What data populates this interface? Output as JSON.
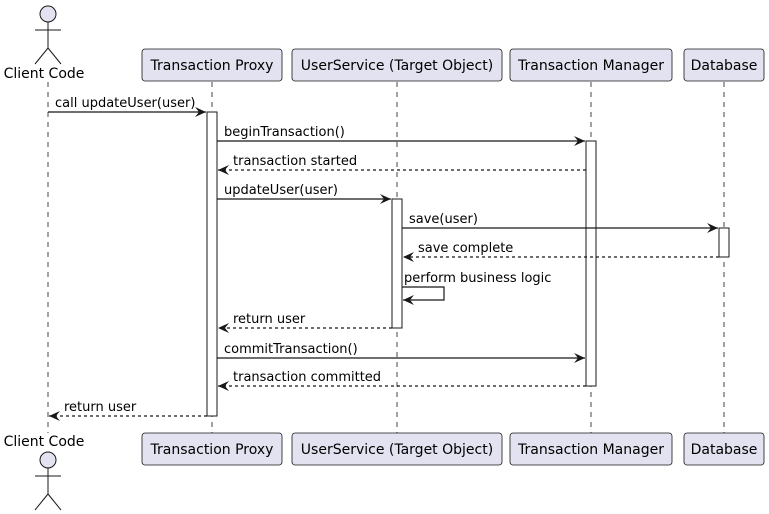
{
  "participants": [
    {
      "id": "client",
      "label": "Client Code",
      "kind": "actor"
    },
    {
      "id": "proxy",
      "label": "Transaction Proxy",
      "kind": "participant"
    },
    {
      "id": "service",
      "label": "UserService (Target Object)",
      "kind": "participant"
    },
    {
      "id": "manager",
      "label": "Transaction Manager",
      "kind": "participant"
    },
    {
      "id": "db",
      "label": "Database",
      "kind": "participant"
    }
  ],
  "messages": [
    {
      "from": "client",
      "to": "proxy",
      "label": "call updateUser(user)",
      "style": "solid"
    },
    {
      "from": "proxy",
      "to": "manager",
      "label": "beginTransaction()",
      "style": "solid"
    },
    {
      "from": "manager",
      "to": "proxy",
      "label": "transaction started",
      "style": "dashed"
    },
    {
      "from": "proxy",
      "to": "service",
      "label": "updateUser(user)",
      "style": "solid"
    },
    {
      "from": "service",
      "to": "db",
      "label": "save(user)",
      "style": "solid"
    },
    {
      "from": "db",
      "to": "service",
      "label": "save complete",
      "style": "dashed"
    },
    {
      "from": "service",
      "to": "service",
      "label": "perform business logic",
      "style": "self"
    },
    {
      "from": "service",
      "to": "proxy",
      "label": "return user",
      "style": "dashed"
    },
    {
      "from": "proxy",
      "to": "manager",
      "label": "commitTransaction()",
      "style": "solid"
    },
    {
      "from": "manager",
      "to": "proxy",
      "label": "transaction committed",
      "style": "dashed"
    },
    {
      "from": "proxy",
      "to": "client",
      "label": "return user",
      "style": "dashed"
    }
  ],
  "colors": {
    "participant_fill": "#e2e2f0",
    "participant_border": "#181818",
    "lifeline": "#181818",
    "activation_fill": "#ffffff",
    "arrow": "#181818"
  }
}
